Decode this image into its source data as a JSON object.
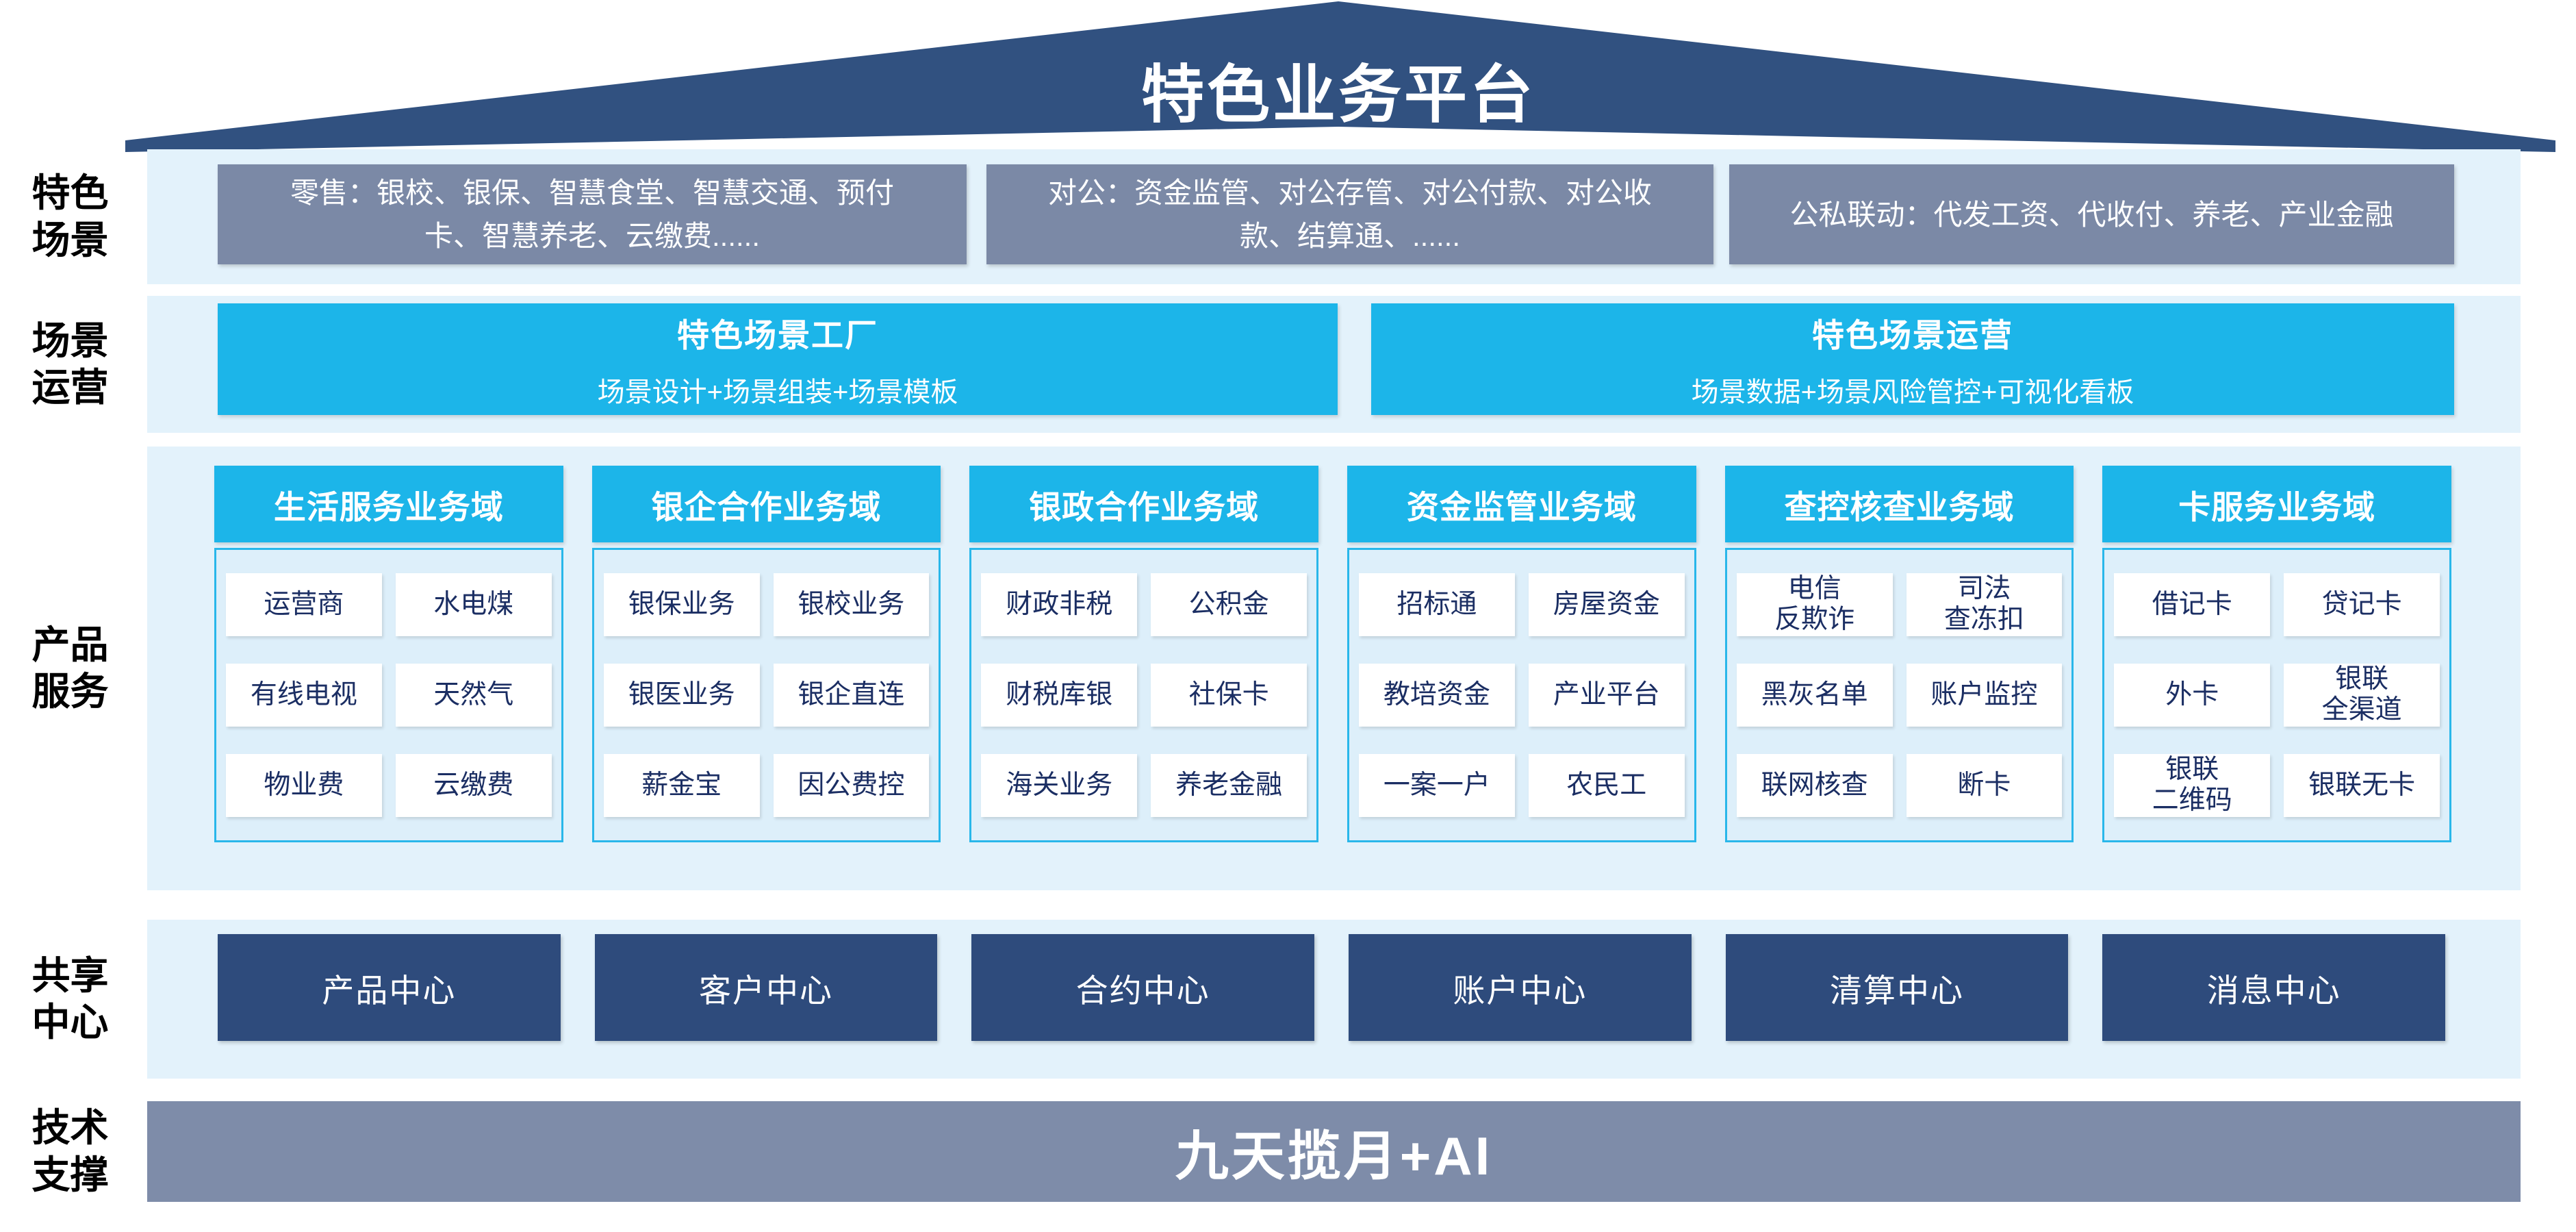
{
  "colors": {
    "roofnavy": "#315180",
    "navy": "#2E4B7C",
    "slate": "#7B89A6",
    "steel": "#7E8CA9",
    "cyan": "#1CB5E9",
    "cyanborder": "#29B7EA",
    "stripe": "#E3F2FB",
    "colbody": "#DDEFFA",
    "celltext": "#1B2E63",
    "label_text": "#000000",
    "box_text": "#FFFFFF"
  },
  "roof": {
    "title": "特色业务平台"
  },
  "rows": {
    "scene": {
      "label": "特色\n场景",
      "boxes": [
        "零售：银校、银保、智慧食堂、智慧交通、预付\n卡、智慧养老、云缴费......",
        "对公：资金监管、对公存管、对公付款、对公收\n款、结算通、......",
        "公私联动：代发工资、代收付、养老、产业金融"
      ]
    },
    "operation": {
      "label": "场景\n运营",
      "boxes": [
        {
          "title": "特色场景工厂",
          "subtitle": "场景设计+场景组装+场景模板"
        },
        {
          "title": "特色场景运营",
          "subtitle": "场景数据+场景风险管控+可视化看板"
        }
      ]
    },
    "products": {
      "label": "产品\n服务",
      "columns": [
        {
          "header": "生活服务业务域",
          "cells": [
            "运营商",
            "水电煤",
            "有线电视",
            "天然气",
            "物业费",
            "云缴费"
          ]
        },
        {
          "header": "银企合作业务域",
          "cells": [
            "银保业务",
            "银校业务",
            "银医业务",
            "银企直连",
            "薪金宝",
            "因公费控"
          ]
        },
        {
          "header": "银政合作业务域",
          "cells": [
            "财政非税",
            "公积金",
            "财税库银",
            "社保卡",
            "海关业务",
            "养老金融"
          ]
        },
        {
          "header": "资金监管业务域",
          "cells": [
            "招标通",
            "房屋资金",
            "教培资金",
            "产业平台",
            "一案一户",
            "农民工"
          ]
        },
        {
          "header": "查控核查业务域",
          "cells": [
            "电信\n反欺诈",
            "司法\n查冻扣",
            "黑灰名单",
            "账户监控",
            "联网核查",
            "断卡"
          ]
        },
        {
          "header": "卡服务业务域",
          "cells": [
            "借记卡",
            "贷记卡",
            "外卡",
            "银联\n全渠道",
            "银联\n二维码",
            "银联无卡"
          ]
        }
      ]
    },
    "sharing": {
      "label": "共享\n中心",
      "centers": [
        "产品中心",
        "客户中心",
        "合约中心",
        "账户中心",
        "清算中心",
        "消息中心"
      ]
    },
    "tech": {
      "label": "技术\n支撑",
      "bar": "九天揽月+AI"
    }
  }
}
